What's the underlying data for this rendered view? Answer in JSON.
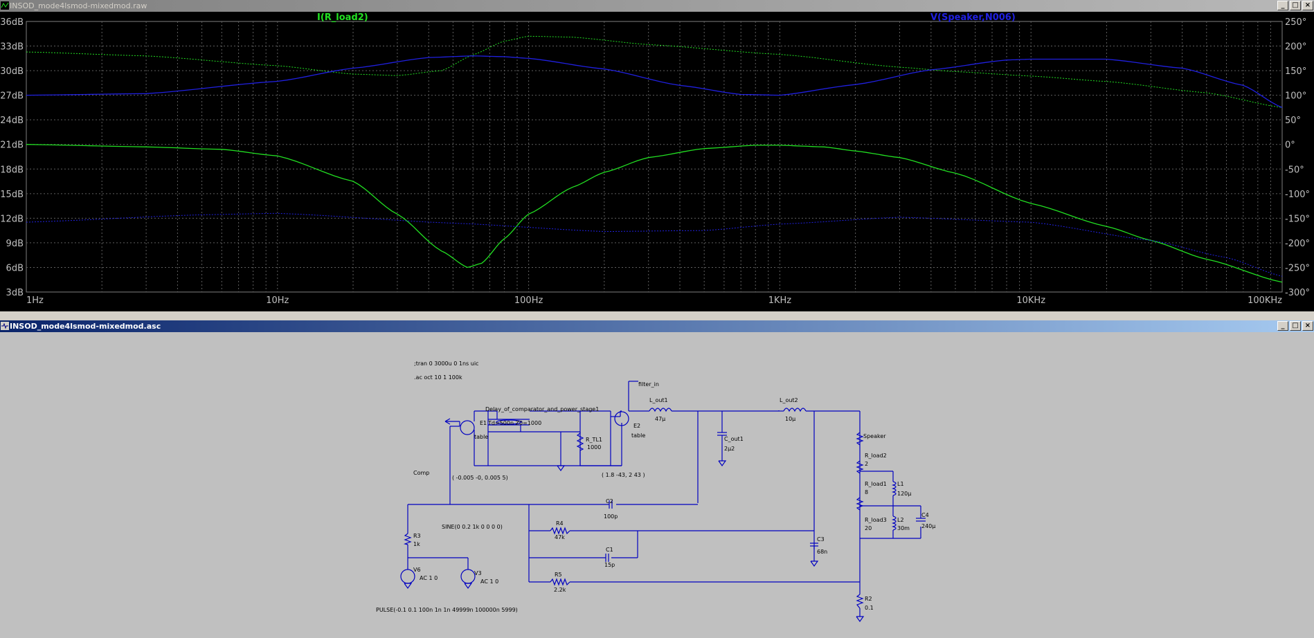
{
  "plot_window": {
    "title": "INSOD_mode4lsmod-mixedmod.raw",
    "buttons": [
      "_",
      "□",
      "×"
    ]
  },
  "schematic_window": {
    "title": "INSOD_mode4lsmod-mixedmod.asc",
    "buttons": [
      "_",
      "□",
      "×"
    ]
  },
  "colors": {
    "green": "#22e022",
    "blue": "#2020e0",
    "grid": "#606060",
    "wire": "#0000c0"
  },
  "chart_data": {
    "type": "line",
    "title": "",
    "x_scale": "log",
    "x_range_hz": [
      1,
      100000
    ],
    "x_ticks": [
      "1Hz",
      "10Hz",
      "100Hz",
      "1KHz",
      "10KHz",
      "100KHz"
    ],
    "y_left_ticks": [
      "36dB",
      "33dB",
      "30dB",
      "27dB",
      "24dB",
      "21dB",
      "18dB",
      "15dB",
      "12dB",
      "9dB",
      "6dB",
      "3dB"
    ],
    "y_left_range_db": [
      3,
      36
    ],
    "y_right_ticks": [
      "250°",
      "200°",
      "150°",
      "100°",
      "50°",
      "0°",
      "-50°",
      "-100°",
      "-150°",
      "-200°",
      "-250°",
      "-300°"
    ],
    "y_right_range_deg": [
      -300,
      250
    ],
    "grid": true,
    "series": [
      {
        "name": "I(R_load2)",
        "color": "#22e022",
        "magnitude_db": [
          [
            1,
            21
          ],
          [
            3,
            20.7
          ],
          [
            6,
            20.4
          ],
          [
            10,
            19.6
          ],
          [
            20,
            16.5
          ],
          [
            30,
            12.5
          ],
          [
            45,
            8
          ],
          [
            57,
            6
          ],
          [
            65,
            6.5
          ],
          [
            80,
            9.5
          ],
          [
            100,
            12.5
          ],
          [
            150,
            15.8
          ],
          [
            200,
            17.6
          ],
          [
            300,
            19.4
          ],
          [
            500,
            20.5
          ],
          [
            800,
            20.9
          ],
          [
            1000,
            20.9
          ],
          [
            1500,
            20.7
          ],
          [
            2000,
            20.2
          ],
          [
            3000,
            19.4
          ],
          [
            5000,
            17.5
          ],
          [
            10000,
            13.8
          ],
          [
            20000,
            11
          ],
          [
            30000,
            9.3
          ],
          [
            50000,
            7
          ],
          [
            100000,
            4.2
          ]
        ],
        "phase_deg": [
          [
            1,
            188
          ],
          [
            3,
            180
          ],
          [
            10,
            160
          ],
          [
            20,
            143
          ],
          [
            30,
            140
          ],
          [
            45,
            150
          ],
          [
            60,
            182
          ],
          [
            80,
            210
          ],
          [
            100,
            220
          ],
          [
            150,
            218
          ],
          [
            300,
            203
          ],
          [
            1000,
            183
          ],
          [
            3000,
            157
          ],
          [
            5000,
            148
          ],
          [
            10000,
            139
          ],
          [
            20000,
            128
          ],
          [
            50000,
            105
          ],
          [
            100000,
            75
          ]
        ]
      },
      {
        "name": "V(Speaker,N006)",
        "color": "#2020e0",
        "magnitude_db": [
          [
            1,
            27
          ],
          [
            3,
            27.2
          ],
          [
            10,
            28.7
          ],
          [
            20,
            30.3
          ],
          [
            40,
            31.6
          ],
          [
            60,
            31.8
          ],
          [
            80,
            31.7
          ],
          [
            100,
            31.5
          ],
          [
            200,
            30.2
          ],
          [
            400,
            28.2
          ],
          [
            700,
            27.1
          ],
          [
            1000,
            27
          ],
          [
            2000,
            28.3
          ],
          [
            4000,
            30.1
          ],
          [
            8000,
            31.3
          ],
          [
            10000,
            31.4
          ],
          [
            20000,
            31.4
          ],
          [
            40000,
            30.3
          ],
          [
            70000,
            28.2
          ],
          [
            100000,
            25.5
          ]
        ],
        "phase_deg": [
          [
            1,
            -158
          ],
          [
            5,
            -143
          ],
          [
            10,
            -140
          ],
          [
            50,
            -160
          ],
          [
            200,
            -177
          ],
          [
            500,
            -175
          ],
          [
            1000,
            -162
          ],
          [
            3000,
            -148
          ],
          [
            10000,
            -158
          ],
          [
            30000,
            -195
          ],
          [
            60000,
            -230
          ],
          [
            100000,
            -268
          ]
        ]
      }
    ]
  },
  "schematic": {
    "directives": [
      ";tran 0 3000u 0 1ns uic",
      ".ac oct 10 1 100k"
    ],
    "labels": {
      "filter_in": "filter_in",
      "delay": "Delay_of_comparator_and_power_stage1",
      "e1": "E1",
      "td": "Td=500n Z0=1000",
      "table1": "table",
      "r_tl1": "R_TL1",
      "r_tl1_val": "1000",
      "e2": "E2",
      "table2": "table",
      "l_out1": "L_out1",
      "l_out1_val": "47µ",
      "l_out2": "L_out2",
      "l_out2_val": "10µ",
      "c_out1": "C_out1",
      "c_out1_val": "2µ2",
      "speaker": "Speaker",
      "r_load2": "R_load2",
      "r_load2_val": "2",
      "r_load1": "R_load1",
      "r_load1_val": "8",
      "l1": "L1",
      "l1_val": "120µ",
      "r_load3": "R_load3",
      "r_load3_val": "20",
      "l2": "L2",
      "l2_val": "30m",
      "c4": "C4",
      "c4_val": "240µ",
      "comp": "Comp",
      "table1_vals": "( -0.005 -0, 0.005 5)",
      "table2_vals": "( 1.8 -43, 2 43 )",
      "c2": "C2",
      "c2_val": "100p",
      "sine": "SINE(0 0.2 1k 0 0 0 0)",
      "r4": "R4",
      "r4_val": "47k",
      "c3": "C3",
      "c3_val": "68n",
      "r3": "R3",
      "r3_val": "1k",
      "c1": "C1",
      "c1_val": "15p",
      "v6": "V6",
      "v6_val": "AC 1 0",
      "v3": "V3",
      "v3_val": "AC 1 0",
      "r5": "R5",
      "r5_val": "2.2k",
      "r2": "R2",
      "r2_val": "0.1",
      "pulse": "PULSE(-0.1 0.1 100n 1n 1n 49999n 100000n 5999)"
    }
  }
}
